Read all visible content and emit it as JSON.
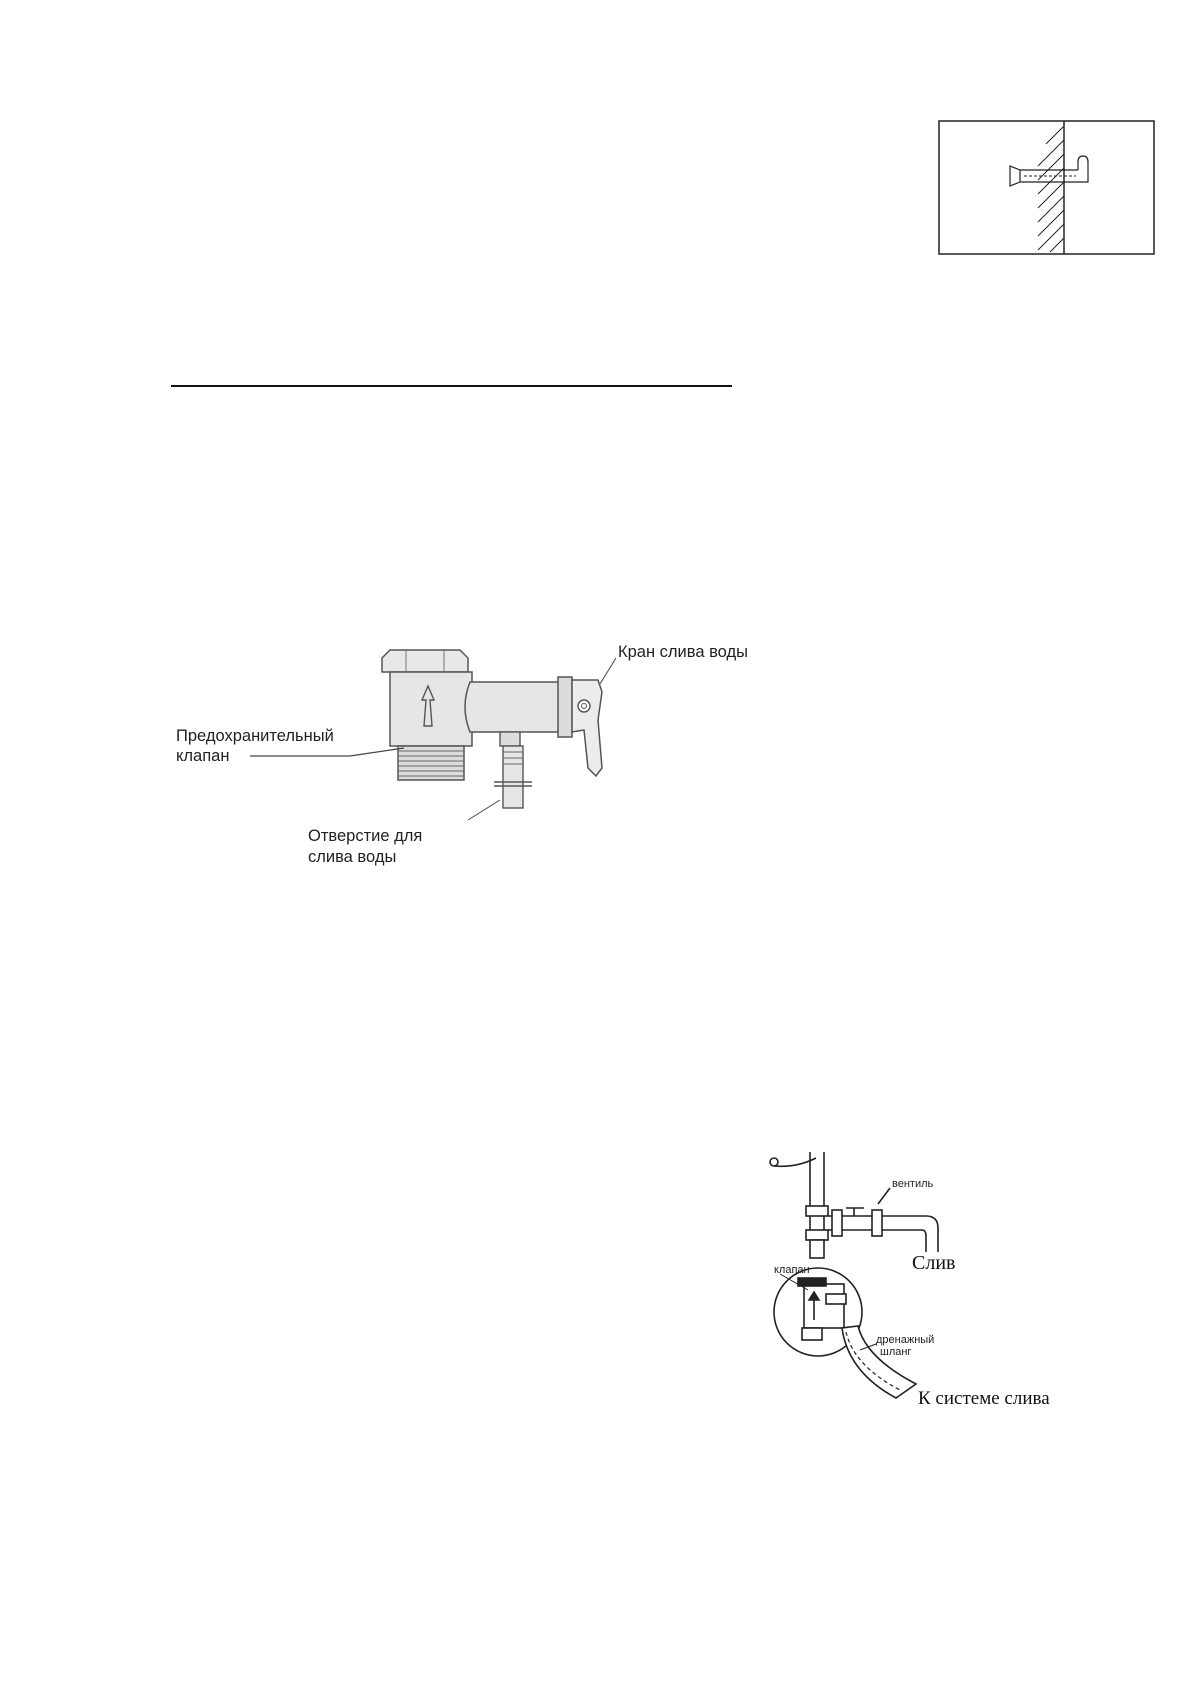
{
  "figure_valve": {
    "label_drain_tap": "Кран слива воды",
    "label_safety_valve_line1": "Предохранительный",
    "label_safety_valve_line2": "клапан",
    "label_drain_hole_line1": "Отверстие для",
    "label_drain_hole_line2": "слива воды"
  },
  "figure_drain": {
    "label_valve_tap": "вентиль",
    "label_drain": "Слив",
    "label_valve": "клапан",
    "label_hose_line1": "дренажный",
    "label_hose_line2": "шланг",
    "label_system": "К системе слива"
  }
}
